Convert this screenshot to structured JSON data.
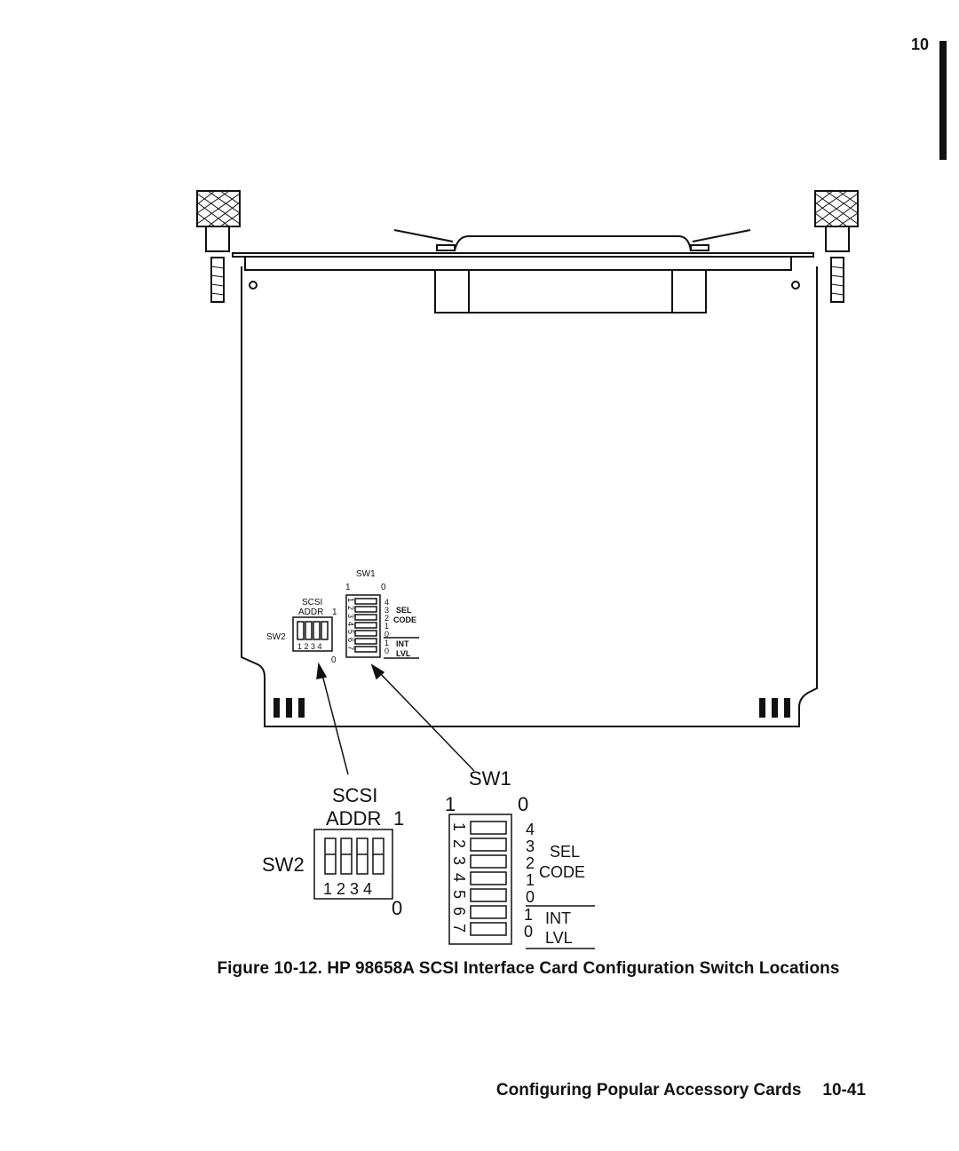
{
  "header": {
    "chapter_tab": "10"
  },
  "figure": {
    "small": {
      "sw1": "SW1",
      "scsi": "SCSI",
      "addr": "ADDR",
      "one_top": "1",
      "zero_top": "0",
      "sw2": "SW2",
      "sw2_numbers": "1 2 3 4",
      "sw2_one": "1",
      "sw2_zero": "0",
      "sel": "SEL",
      "code": "CODE",
      "int": "INT",
      "lvl": "LVL",
      "sw1_positions": [
        "1",
        "2",
        "3",
        "4",
        "5",
        "6",
        "7"
      ],
      "sel_code_bits": [
        "4",
        "3",
        "2",
        "1",
        "0"
      ],
      "int_lvl_bits": [
        "1",
        "0"
      ]
    },
    "large": {
      "sw1": "SW1",
      "scsi": "SCSI",
      "addr": "ADDR",
      "addr_one": "1",
      "sw2": "SW2",
      "sw2_numbers": "1 2 3 4",
      "sw2_zero": "0",
      "one_top": "1",
      "zero_top": "0",
      "sel": "SEL",
      "code": "CODE",
      "int": "INT",
      "lvl": "LVL",
      "sw1_positions": [
        "1",
        "2",
        "3",
        "4",
        "5",
        "6",
        "7"
      ],
      "sel_code_bits": [
        "4",
        "3",
        "2",
        "1",
        "0"
      ],
      "int_lvl_bits": [
        "1",
        "0"
      ]
    }
  },
  "caption": "Figure 10-12. HP 98658A SCSI Interface Card Configuration Switch Locations",
  "footer": {
    "section": "Configuring Popular Accessory Cards",
    "page": "10-41"
  }
}
